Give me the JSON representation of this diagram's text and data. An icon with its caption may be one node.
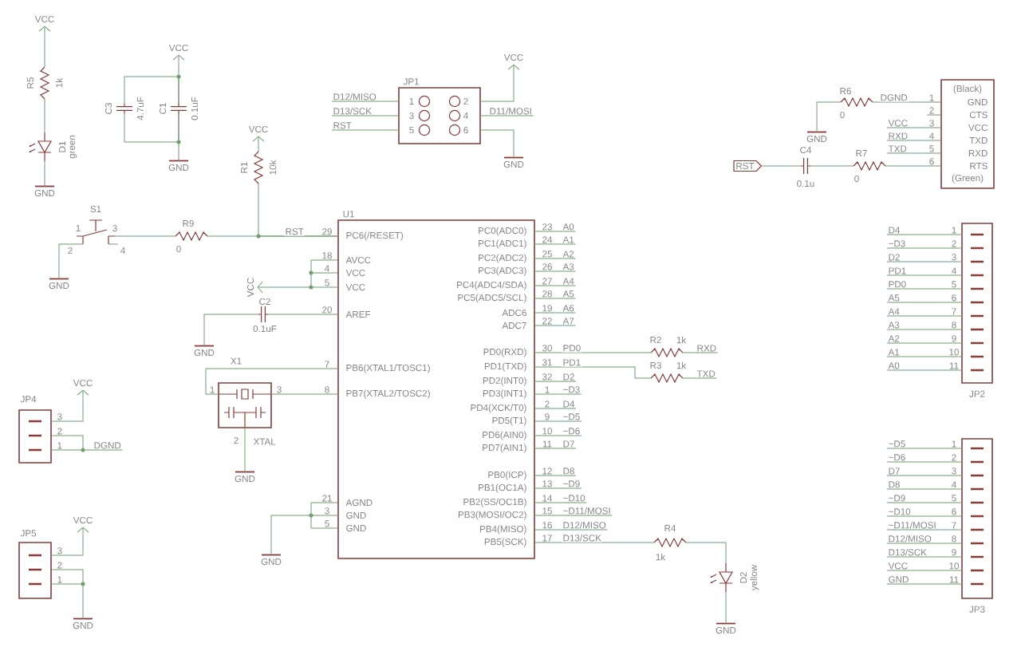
{
  "diagram": {
    "nodes": [
      {
        "text": [
          "R5",
          "1k"
        ]
      },
      {
        "text": [
          "D1",
          "green"
        ]
      },
      {
        "text": [
          "C3",
          "4.7uF"
        ]
      },
      {
        "text": [
          "C1",
          "0.1uF"
        ]
      },
      {
        "text": [
          "JP1",
          "1",
          "2",
          "3",
          "4",
          "5",
          "6"
        ]
      },
      {
        "text": [
          "R6",
          "0"
        ]
      },
      {
        "text": [
          "(Black)",
          "GND",
          "CTS",
          "VCC",
          "TXD",
          "RXD",
          "RTS",
          "(Green)"
        ],
        "beside": [
          "1",
          "2",
          "3",
          "4",
          "5",
          "6"
        ]
      },
      {
        "text": [
          "RST"
        ]
      },
      {
        "text": [
          "C4",
          "0.1u"
        ]
      },
      {
        "text": [
          "R7",
          "0"
        ]
      },
      {
        "text": [
          "S1",
          "1",
          "2",
          "3",
          "4"
        ]
      },
      {
        "text": [
          "R9",
          "0"
        ]
      },
      {
        "text": [
          "R1",
          "10k"
        ]
      },
      {
        "text": [
          "U1",
          "PC6(/RESET)",
          "AVCC",
          "VCC",
          "VCC",
          "AREF",
          "PB6(XTAL1/TOSC1)",
          "PB7(XTAL2/TOSC2)",
          "AGND",
          "GND",
          "GND",
          "PC0(ADC0)",
          "PC1(ADC1)",
          "PC2(ADC2)",
          "PC3(ADC3)",
          "PC4(ADC4/SDA)",
          "PC5(ADC5/SCL)",
          "ADC6",
          "ADC7",
          "PD0(RXD)",
          "PD1(TXD)",
          "PD2(INT0)",
          "PD3(INT1)",
          "PD4(XCK/T0)",
          "PD5(T1)",
          "PD6(AIN0)",
          "PD7(AIN1)",
          "PB0(ICP)",
          "PB1(OC1A)",
          "PB2(SS/OC1B)",
          "PB3(MOSI/OC2)",
          "PB4(MISO)",
          "PB5(SCK)"
        ],
        "beside": [
          "29",
          "18",
          "4",
          "5",
          "20",
          "7",
          "8",
          "21",
          "3",
          "5",
          "23",
          "24",
          "25",
          "26",
          "27",
          "28",
          "19",
          "22",
          "30",
          "31",
          "32",
          "1",
          "2",
          "9",
          "10",
          "11",
          "12",
          "13",
          "14",
          "15",
          "16",
          "17"
        ]
      },
      {
        "text": [
          "C2",
          "0.1uF"
        ]
      },
      {
        "text": [
          "X1",
          "2",
          "XTAL"
        ],
        "beside": [
          "1",
          "3"
        ]
      },
      {
        "text": [
          "R2",
          "1k"
        ]
      },
      {
        "text": [
          "R3",
          "1k"
        ]
      },
      {
        "text": [
          "R4",
          "1k"
        ]
      },
      {
        "text": [
          "D2",
          "yellow"
        ]
      },
      {
        "text": [
          "JP4"
        ],
        "beside": [
          "3",
          "2",
          "1"
        ]
      },
      {
        "text": [
          "JP5"
        ],
        "beside": [
          "3",
          "2",
          "1"
        ]
      },
      {
        "text": [
          "JP2"
        ],
        "beside": [
          "1",
          "2",
          "3",
          "4",
          "5",
          "6",
          "7",
          "8",
          "9",
          "10",
          "11"
        ]
      },
      {
        "text": [
          "JP3"
        ],
        "beside": [
          "1",
          "2",
          "3",
          "4",
          "5",
          "6",
          "7",
          "8",
          "9",
          "10",
          "11"
        ]
      },
      {
        "text": [
          "VCC"
        ]
      },
      {
        "text": [
          "GND"
        ]
      },
      {
        "text": [
          "VCC"
        ]
      },
      {
        "text": [
          "GND"
        ]
      },
      {
        "text": [
          "D12/MISO"
        ]
      },
      {
        "text": [
          "D13/SCK"
        ]
      },
      {
        "text": [
          "RST"
        ]
      },
      {
        "text": [
          "D11/MOSI"
        ]
      },
      {
        "text": [
          "VCC"
        ]
      },
      {
        "text": [
          "GND"
        ]
      },
      {
        "text": [
          "GND"
        ]
      },
      {
        "text": [
          "VCC"
        ]
      },
      {
        "text": [
          "RXD"
        ]
      },
      {
        "text": [
          "TXD"
        ]
      },
      {
        "text": [
          "GND"
        ]
      },
      {
        "text": [
          "VCC"
        ]
      },
      {
        "text": [
          "VCC"
        ]
      },
      {
        "text": [
          "GND"
        ]
      },
      {
        "text": [
          "GND"
        ]
      },
      {
        "text": [
          "GND"
        ]
      },
      {
        "text": [
          "A0"
        ]
      },
      {
        "text": [
          "A1"
        ]
      },
      {
        "text": [
          "A2"
        ]
      },
      {
        "text": [
          "A3"
        ]
      },
      {
        "text": [
          "A4"
        ]
      },
      {
        "text": [
          "A5"
        ]
      },
      {
        "text": [
          "A6"
        ]
      },
      {
        "text": [
          "A7"
        ]
      },
      {
        "text": [
          "D2"
        ]
      },
      {
        "text": [
          "~D3"
        ]
      },
      {
        "text": [
          "D4"
        ]
      },
      {
        "text": [
          "~D5"
        ]
      },
      {
        "text": [
          "~D6"
        ]
      },
      {
        "text": [
          "D7"
        ]
      },
      {
        "text": [
          "D8"
        ]
      },
      {
        "text": [
          "~D9"
        ]
      },
      {
        "text": [
          "~D10"
        ]
      },
      {
        "text": [
          "~D11/MOSI"
        ]
      },
      {
        "text": [
          "D12/MISO"
        ]
      },
      {
        "text": [
          "RXD"
        ]
      },
      {
        "text": [
          "TXD"
        ]
      },
      {
        "text": [
          "GND"
        ]
      },
      {
        "text": [
          "VCC"
        ]
      },
      {
        "text": [
          "DGND"
        ]
      },
      {
        "text": [
          "VCC"
        ]
      },
      {
        "text": [
          "GND"
        ]
      },
      {
        "text": [
          "D4"
        ]
      },
      {
        "text": [
          "~D3"
        ]
      },
      {
        "text": [
          "D2"
        ]
      },
      {
        "text": [
          "PD1"
        ]
      },
      {
        "text": [
          "PD0"
        ]
      },
      {
        "text": [
          "A5"
        ]
      },
      {
        "text": [
          "A4"
        ]
      },
      {
        "text": [
          "A3"
        ]
      },
      {
        "text": [
          "A2"
        ]
      },
      {
        "text": [
          "A1"
        ]
      },
      {
        "text": [
          "A0"
        ]
      },
      {
        "text": [
          "~D5"
        ]
      },
      {
        "text": [
          "~D6"
        ]
      },
      {
        "text": [
          "D7"
        ]
      },
      {
        "text": [
          "D8"
        ]
      },
      {
        "text": [
          "~D9"
        ]
      },
      {
        "text": [
          "~D10"
        ]
      },
      {
        "text": [
          "~D11/MOSI"
        ]
      },
      {
        "text": [
          "D12/MISO"
        ]
      },
      {
        "text": [
          "D13/SCK"
        ]
      },
      {
        "text": [
          "VCC"
        ]
      },
      {
        "text": [
          "GND"
        ]
      }
    ],
    "edges": [
      {
        "from": 0,
        "to": 1,
        "arrow": "none"
      },
      {
        "from": 2,
        "to": 3,
        "arrow": "none"
      },
      {
        "from": 2,
        "to": 3,
        "arrow": "none"
      },
      {
        "from": 5,
        "to": 6,
        "arrow": "none",
        "label": "DGND"
      },
      {
        "from": 7,
        "to": 8,
        "arrow": "none"
      },
      {
        "from": 8,
        "to": 9,
        "arrow": "none"
      },
      {
        "from": 9,
        "to": 6,
        "arrow": "none"
      },
      {
        "from": 10,
        "to": 11,
        "arrow": "none"
      },
      {
        "from": 11,
        "to": 13,
        "arrow": "none",
        "label": "RST"
      },
      {
        "from": 12,
        "to": 13,
        "arrow": "none"
      },
      {
        "from": 14,
        "to": 13,
        "arrow": "none"
      },
      {
        "from": 15,
        "to": 13,
        "arrow": "none"
      },
      {
        "from": 15,
        "to": 13,
        "arrow": "none"
      },
      {
        "from": 13,
        "to": 16,
        "arrow": "none",
        "label": "PD0"
      },
      {
        "from": 13,
        "to": 17,
        "arrow": "none",
        "label": "PD1"
      },
      {
        "from": 13,
        "to": 18,
        "arrow": "none",
        "label": "D13/SCK"
      },
      {
        "from": 18,
        "to": 19,
        "arrow": "none"
      },
      {
        "from": 0,
        "to": 24,
        "arrow": "to"
      },
      {
        "from": 1,
        "to": 25,
        "arrow": "none"
      },
      {
        "from": 3,
        "to": 26,
        "arrow": "to"
      },
      {
        "from": 3,
        "to": 27,
        "arrow": "none"
      },
      {
        "from": 28,
        "to": 4,
        "arrow": "none"
      },
      {
        "from": 29,
        "to": 4,
        "arrow": "none"
      },
      {
        "from": 30,
        "to": 4,
        "arrow": "none"
      },
      {
        "from": 4,
        "to": 31,
        "arrow": "none"
      },
      {
        "from": 4,
        "to": 32,
        "arrow": "to"
      },
      {
        "from": 4,
        "to": 33,
        "arrow": "none"
      },
      {
        "from": 5,
        "to": 34,
        "arrow": "none"
      },
      {
        "from": 35,
        "to": 6,
        "arrow": "none"
      },
      {
        "from": 36,
        "to": 6,
        "arrow": "none"
      },
      {
        "from": 37,
        "to": 6,
        "arrow": "none"
      },
      {
        "from": 10,
        "to": 38,
        "arrow": "none"
      },
      {
        "from": 12,
        "to": 39,
        "arrow": "to"
      },
      {
        "from": 13,
        "to": 40,
        "arrow": "to"
      },
      {
        "from": 14,
        "to": 41,
        "arrow": "none"
      },
      {
        "from": 15,
        "to": 42,
        "arrow": "none"
      },
      {
        "from": 13,
        "to": 43,
        "arrow": "none"
      },
      {
        "from": 13,
        "to": 44,
        "arrow": "none"
      },
      {
        "from": 13,
        "to": 45,
        "arrow": "none"
      },
      {
        "from": 13,
        "to": 46,
        "arrow": "none"
      },
      {
        "from": 13,
        "to": 47,
        "arrow": "none"
      },
      {
        "from": 13,
        "to": 48,
        "arrow": "none"
      },
      {
        "from": 13,
        "to": 49,
        "arrow": "none"
      },
      {
        "from": 13,
        "to": 50,
        "arrow": "none"
      },
      {
        "from": 13,
        "to": 51,
        "arrow": "none"
      },
      {
        "from": 13,
        "to": 52,
        "arrow": "none"
      },
      {
        "from": 13,
        "to": 53,
        "arrow": "none"
      },
      {
        "from": 13,
        "to": 54,
        "arrow": "none"
      },
      {
        "from": 13,
        "to": 55,
        "arrow": "none"
      },
      {
        "from": 13,
        "to": 56,
        "arrow": "none"
      },
      {
        "from": 13,
        "to": 57,
        "arrow": "none"
      },
      {
        "from": 13,
        "to": 58,
        "arrow": "none"
      },
      {
        "from": 13,
        "to": 59,
        "arrow": "none"
      },
      {
        "from": 13,
        "to": 60,
        "arrow": "none"
      },
      {
        "from": 13,
        "to": 61,
        "arrow": "none"
      },
      {
        "from": 13,
        "to": 62,
        "arrow": "none"
      },
      {
        "from": 16,
        "to": 63,
        "arrow": "none"
      },
      {
        "from": 17,
        "to": 64,
        "arrow": "none"
      },
      {
        "from": 19,
        "to": 65,
        "arrow": "none"
      },
      {
        "from": 20,
        "to": 66,
        "arrow": "to"
      },
      {
        "from": 20,
        "to": 67,
        "arrow": "none"
      },
      {
        "from": 21,
        "to": 68,
        "arrow": "to"
      },
      {
        "from": 21,
        "to": 69,
        "arrow": "none"
      },
      {
        "from": 70,
        "to": 22,
        "arrow": "none"
      },
      {
        "from": 71,
        "to": 22,
        "arrow": "none"
      },
      {
        "from": 72,
        "to": 22,
        "arrow": "none"
      },
      {
        "from": 73,
        "to": 22,
        "arrow": "none"
      },
      {
        "from": 74,
        "to": 22,
        "arrow": "none"
      },
      {
        "from": 75,
        "to": 22,
        "arrow": "none"
      },
      {
        "from": 76,
        "to": 22,
        "arrow": "none"
      },
      {
        "from": 77,
        "to": 22,
        "arrow": "none"
      },
      {
        "from": 78,
        "to": 22,
        "arrow": "none"
      },
      {
        "from": 79,
        "to": 22,
        "arrow": "none"
      },
      {
        "from": 80,
        "to": 22,
        "arrow": "none"
      },
      {
        "from": 81,
        "to": 23,
        "arrow": "none"
      },
      {
        "from": 82,
        "to": 23,
        "arrow": "none"
      },
      {
        "from": 83,
        "to": 23,
        "arrow": "none"
      },
      {
        "from": 84,
        "to": 23,
        "arrow": "none"
      },
      {
        "from": 85,
        "to": 23,
        "arrow": "none"
      },
      {
        "from": 86,
        "to": 23,
        "arrow": "none"
      },
      {
        "from": 87,
        "to": 23,
        "arrow": "none"
      },
      {
        "from": 88,
        "to": 23,
        "arrow": "none"
      },
      {
        "from": 89,
        "to": 23,
        "arrow": "none"
      },
      {
        "from": 90,
        "to": 23,
        "arrow": "none"
      },
      {
        "from": 91,
        "to": 23,
        "arrow": "none"
      }
    ]
  }
}
